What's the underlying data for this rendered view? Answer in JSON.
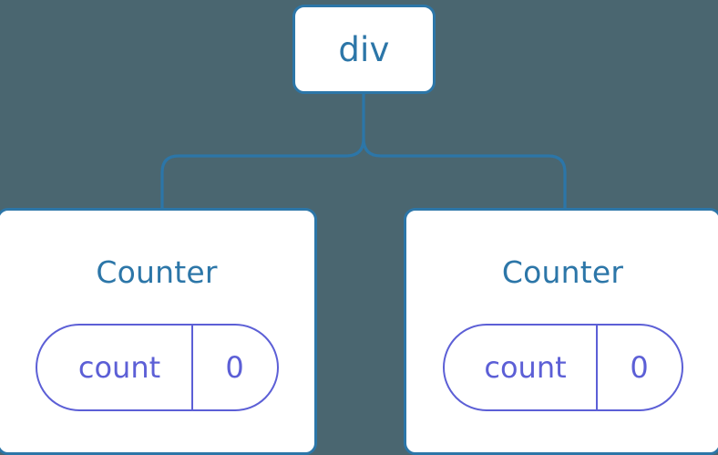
{
  "diagram": {
    "background_color": "#4a6670",
    "node_border_color": "#2c76a8",
    "node_text_color": "#2c76a8",
    "node_fill_color": "#ffffff",
    "state_accent_color": "#5c5fd6",
    "connector_color": "#2c76a8",
    "root": {
      "label": "div"
    },
    "children": [
      {
        "title": "Counter",
        "state": {
          "key": "count",
          "value": "0"
        }
      },
      {
        "title": "Counter",
        "state": {
          "key": "count",
          "value": "0"
        }
      }
    ]
  }
}
